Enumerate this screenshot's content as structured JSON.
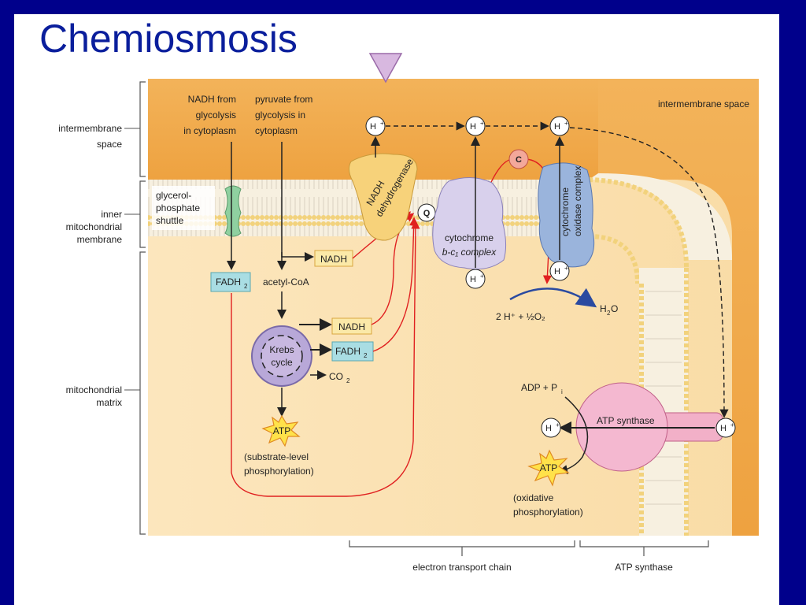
{
  "slide": {
    "title": "Chemiosmosis"
  },
  "side_labels": {
    "intermembrane": [
      "intermembrane",
      "space"
    ],
    "inner": [
      "inner",
      "mitochondrial",
      "membrane"
    ],
    "matrix": [
      "mitochondrial",
      "matrix"
    ]
  },
  "region_labels": {
    "intermembrane_space": "intermembrane space"
  },
  "inputs": {
    "nadh_glycolysis": [
      "NADH from",
      "glycolysis",
      "in cytoplasm"
    ],
    "pyruvate": [
      "pyruvate from",
      "glycolysis in",
      "cytoplasm"
    ],
    "shuttle": [
      "glycerol-",
      "phosphate",
      "shuttle"
    ]
  },
  "molecules": {
    "nadh": "NADH",
    "fadh": "FADH",
    "fadh_sub": "2",
    "acetyl_coa": "acetyl-CoA",
    "krebs": [
      "Krebs",
      "cycle"
    ],
    "co2": "CO",
    "co2_sub": "2",
    "atp": "ATP",
    "substrate_level": [
      "(substrate-level",
      "phosphorylation)"
    ],
    "oxidative": [
      "(oxidative",
      "phosphorylation)"
    ],
    "q": "Q",
    "c": "C",
    "h": "H",
    "h_sup": "+",
    "water": "H",
    "water_sub": "2",
    "water_o": "O",
    "oxygen_eq": "2 H⁺ + ½O₂",
    "adp": "ADP + P",
    "adp_sub": "i"
  },
  "complexes": {
    "nadh_dehydrogenase": [
      "NADH",
      "dehydrogenase"
    ],
    "cytochrome_bc1": [
      "cytochrome",
      "b-c₁ complex"
    ],
    "cytochrome_oxidase": [
      "cytochrome",
      "oxidase complex"
    ],
    "atp_synthase": "ATP synthase"
  },
  "brackets": {
    "etc": "electron transport chain",
    "atp_synthase": "ATP synthase"
  },
  "colors": {
    "background_frame": "#00008b",
    "title": "#0a1e9c",
    "intermembrane": "#f0a640",
    "matrix": "#fbe3b4",
    "electron_path": "#e02020",
    "nadh_box": "#fbe9a8",
    "fadh_box": "#a9dde3"
  }
}
